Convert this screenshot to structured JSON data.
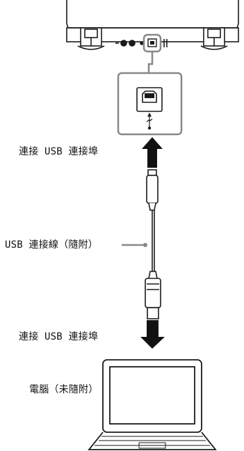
{
  "labels": {
    "connect_top": "連接 USB 連接埠",
    "cable": "USB 連接線（隨附）",
    "connect_bottom": "連接 USB 連接埠",
    "computer": "電腦（未隨附）"
  },
  "icons": [
    "turntable",
    "usb-b-port",
    "usb-symbol-icon",
    "arrow-up",
    "arrow-down",
    "usb-cable",
    "laptop"
  ],
  "colors": {
    "line": "#1a1a1a",
    "callout": "#888888",
    "fill": "#111111"
  }
}
